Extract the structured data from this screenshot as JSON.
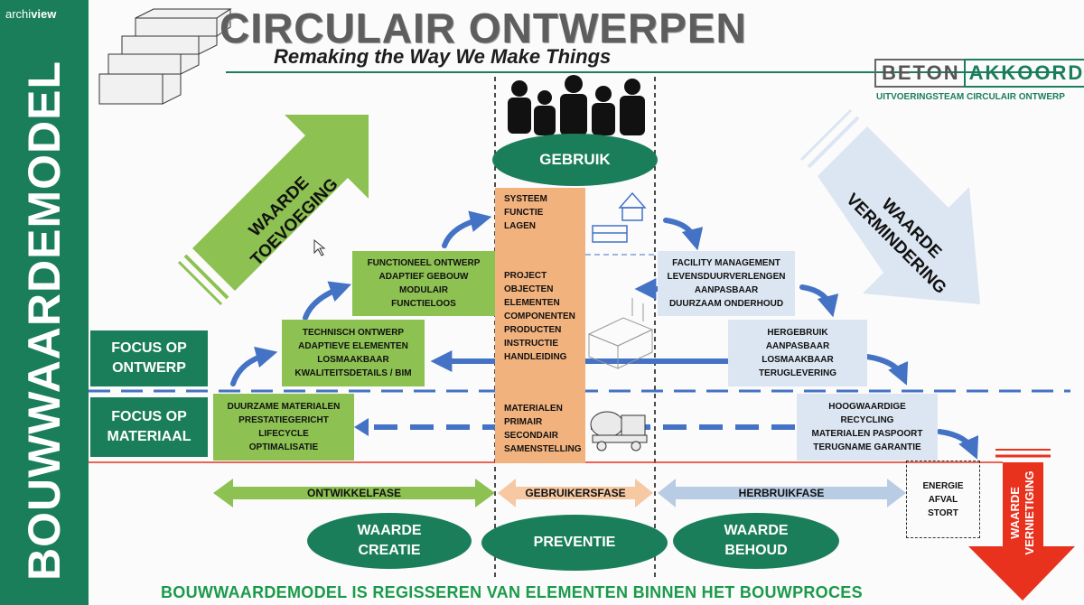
{
  "brand": {
    "logo_light": "archi",
    "logo_bold": "view",
    "vertical_title": "BOUWWAARDEMODEL"
  },
  "header": {
    "title": "CIRCULAIR ONTWERPEN",
    "subtitle": "Remaking the Way We Make Things"
  },
  "partner_logo": {
    "word1": "BETON",
    "word2": "AKKOORD",
    "tagline": "UITVOERINGSTEAM CIRCULAIR ONTWERP"
  },
  "arrows": {
    "add_value": [
      "WAARDE",
      "TOEVOEGING"
    ],
    "reduce_value": [
      "WAARDE",
      "VERMINDERING"
    ],
    "destroy_value": [
      "WAARDE",
      "VERNIETIGING"
    ]
  },
  "focus": {
    "design": [
      "FOCUS OP",
      "ONTWERP"
    ],
    "material": [
      "FOCUS OP",
      "MATERIAAL"
    ]
  },
  "left_boxes": {
    "functional": [
      "FUNCTIONEEL ONTWERP",
      "ADAPTIEF GEBOUW",
      "MODULAIR",
      "FUNCTIELOOS"
    ],
    "technical": [
      "TECHNISCH ONTWERP",
      "ADAPTIEVE ELEMENTEN",
      "LOSMAAKBAAR",
      "KWALITEITSDETAILS / BIM"
    ],
    "materials": [
      "DUURZAME MATERIALEN",
      "PRESTATIEGERICHT",
      "LIFECYCLE",
      "OPTIMALISATIE"
    ]
  },
  "center": {
    "use_label": "GEBRUIK",
    "system": [
      "SYSTEEM",
      "FUNCTIE",
      "LAGEN"
    ],
    "project": [
      "PROJECT",
      "OBJECTEN",
      "ELEMENTEN",
      "COMPONENTEN",
      "PRODUCTEN",
      "INSTRUCTIE",
      "HANDLEIDING"
    ],
    "materials": [
      "MATERIALEN",
      "PRIMAIR",
      "SECONDAIR",
      "SAMENSTELLING"
    ]
  },
  "right_boxes": {
    "facility": [
      "FACILITY MANAGEMENT",
      "LEVENSDUURVERLENGEN",
      "AANPASBAAR",
      "DUURZAAM ONDERHOUD"
    ],
    "reuse": [
      "HERGEBRUIK",
      "AANPASBAAR",
      "LOSMAAKBAAR",
      "TERUGLEVERING"
    ],
    "recycling": [
      "HOOGWAARDIGE",
      "RECYCLING",
      "MATERIALEN PASPOORT",
      "TERUGNAME GARANTIE"
    ]
  },
  "end_box": [
    "ENERGIE",
    "AFVAL",
    "STORT"
  ],
  "phases": {
    "develop": "ONTWIKKELFASE",
    "user": "GEBRUIKERSFASE",
    "reuse": "HERBRUIKFASE"
  },
  "ellipses": {
    "creation": [
      "WAARDE",
      "CREATIE"
    ],
    "prevention": [
      "PREVENTIE"
    ],
    "retention": [
      "WAARDE",
      "BEHOUD"
    ]
  },
  "footer": "BOUWWAARDEMODEL IS REGISSEREN VAN ELEMENTEN BINNEN HET BOUWPROCES",
  "colors": {
    "brand_green": "#1a7e5b",
    "light_green": "#8dc152",
    "light_blue": "#dce6f2",
    "orange": "#f2b27e",
    "arrow_blue": "#4472c4",
    "red": "#e8321e"
  }
}
